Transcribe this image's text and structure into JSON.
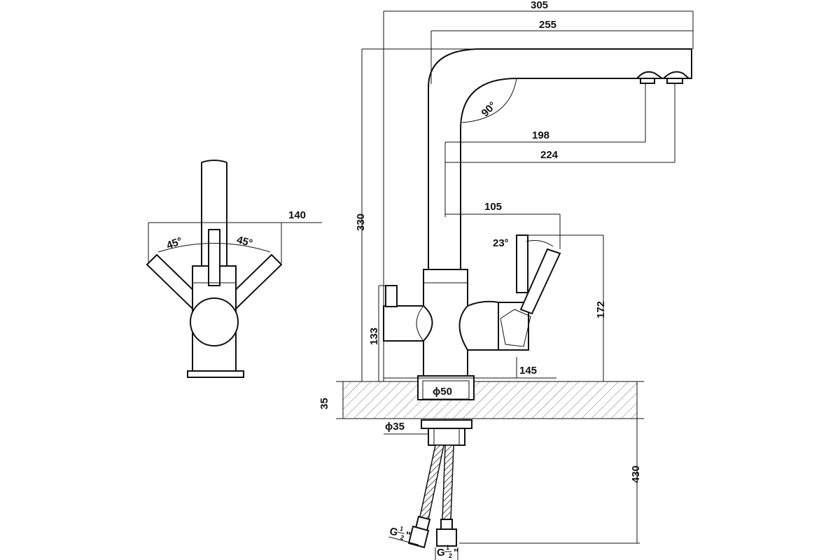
{
  "dimensions": {
    "overall_reach": "305",
    "spout_reach": "255",
    "height_330": "330",
    "angle_spout": "90°",
    "outlet_198": "198",
    "outlet_224": "224",
    "lever_105": "105",
    "angle_lever": "23°",
    "height_172": "172",
    "height_133": "133",
    "lever_145": "145",
    "base_diameter": "ϕ50",
    "counter_35": "35",
    "shank_diameter": "ϕ35",
    "hose_430": "430",
    "side_140": "140",
    "angle_left": "45°",
    "angle_right": "45°"
  },
  "connections": {
    "left": {
      "main": "G",
      "num": "1",
      "den": "2",
      "suffix": "\""
    },
    "right": {
      "main": "G",
      "num": "1",
      "den": "2",
      "suffix": "\""
    }
  }
}
